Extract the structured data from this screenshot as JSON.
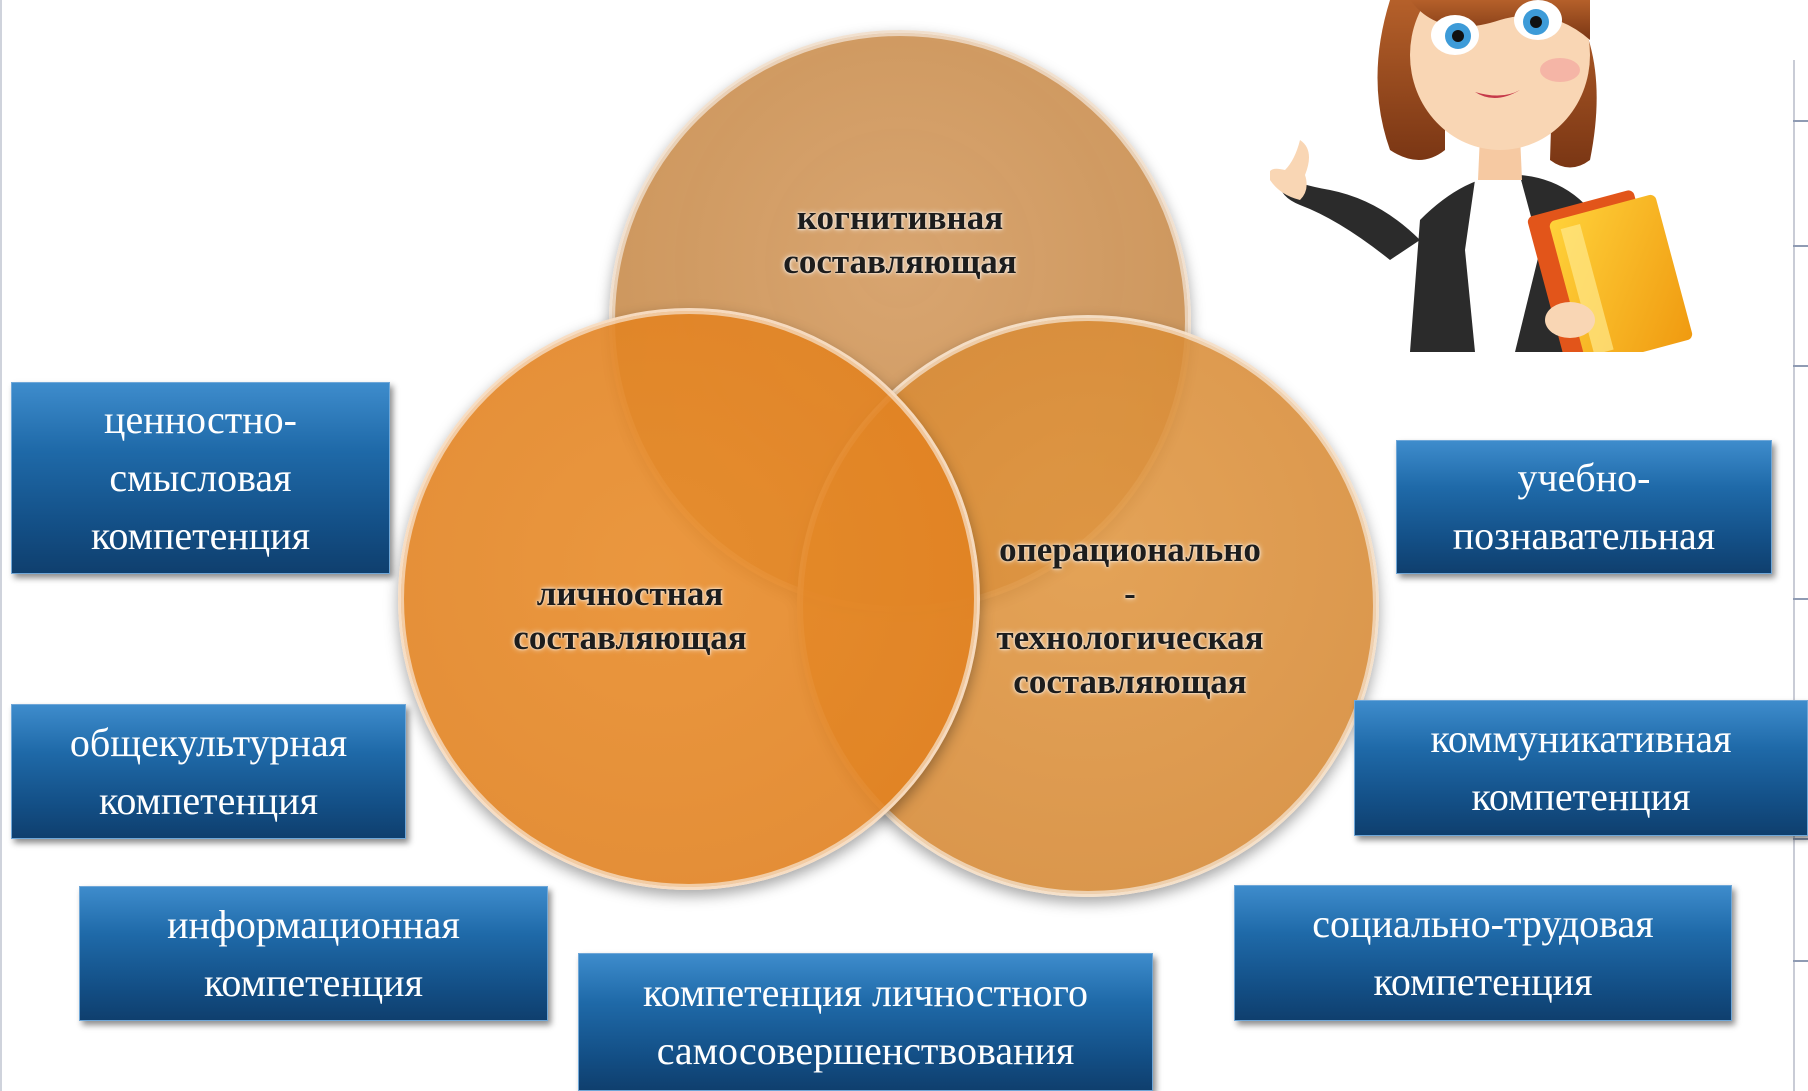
{
  "venn": {
    "top": "когнитивная составляющая",
    "left": "личностная составляющая",
    "right_line1": "операционально",
    "right_line2": "-",
    "right_line3": "технологическая",
    "right_line4": "составляющая"
  },
  "competences": {
    "value_semantic": "ценностно-смысловая компетенция",
    "general_cultural": "общекультурная компетенция",
    "informational": "информационная компетенция",
    "self_improvement": "компетенция личностного самосовершенствования",
    "educational_cognitive": "учебно-познавательная",
    "communicative": "коммуникативная компетенция",
    "social_labor": "социально-трудовая компетенция"
  },
  "colors": {
    "box_blue": "#1f6aa9",
    "circle_orange": "#de7e1e",
    "circle_tan": "#c48848"
  },
  "illustration": "teacher-illustration"
}
